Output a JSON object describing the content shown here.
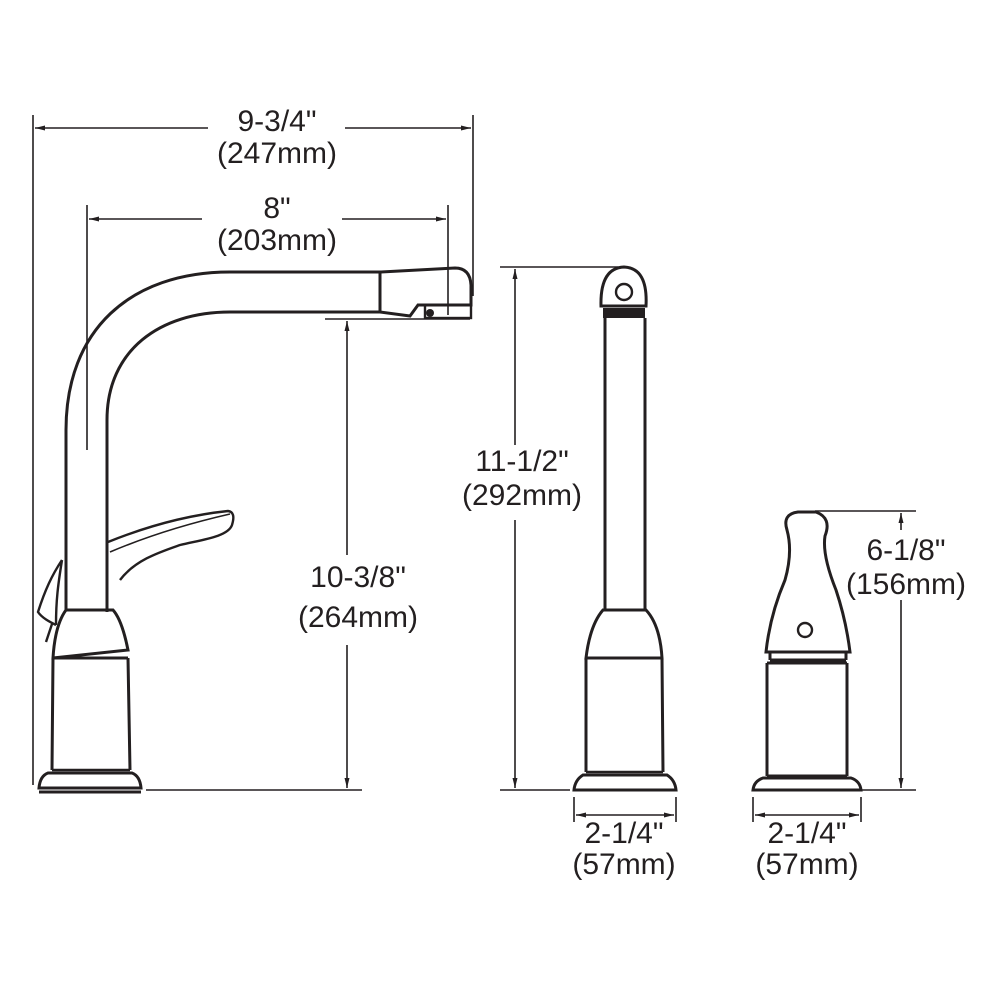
{
  "diagram": {
    "title": "Kitchen faucet dimension drawing",
    "line_color": "#231f20",
    "background": "#ffffff",
    "views": [
      {
        "name": "faucet-side-view",
        "label": "Faucet with lever handle (side view)"
      },
      {
        "name": "side-spray-view",
        "label": "Side spray with hose holder"
      },
      {
        "name": "soap-dispenser-view",
        "label": "Soap dispenser / accessory"
      }
    ]
  },
  "dimensions": {
    "overall_reach": {
      "imperial": "9-3/4\"",
      "metric": "(247mm)"
    },
    "spout_reach": {
      "imperial": "8\"",
      "metric": "(203mm)"
    },
    "spout_height": {
      "imperial": "10-3/8\"",
      "metric": "(264mm)"
    },
    "spray_height": {
      "imperial": "11-1/2\"",
      "metric": "(292mm)"
    },
    "spray_base_width": {
      "imperial": "2-1/4\"",
      "metric": "(57mm)"
    },
    "dispenser_height": {
      "imperial": "6-1/8\"",
      "metric": "(156mm)"
    },
    "dispenser_base_width": {
      "imperial": "2-1/4\"",
      "metric": "(57mm)"
    }
  }
}
